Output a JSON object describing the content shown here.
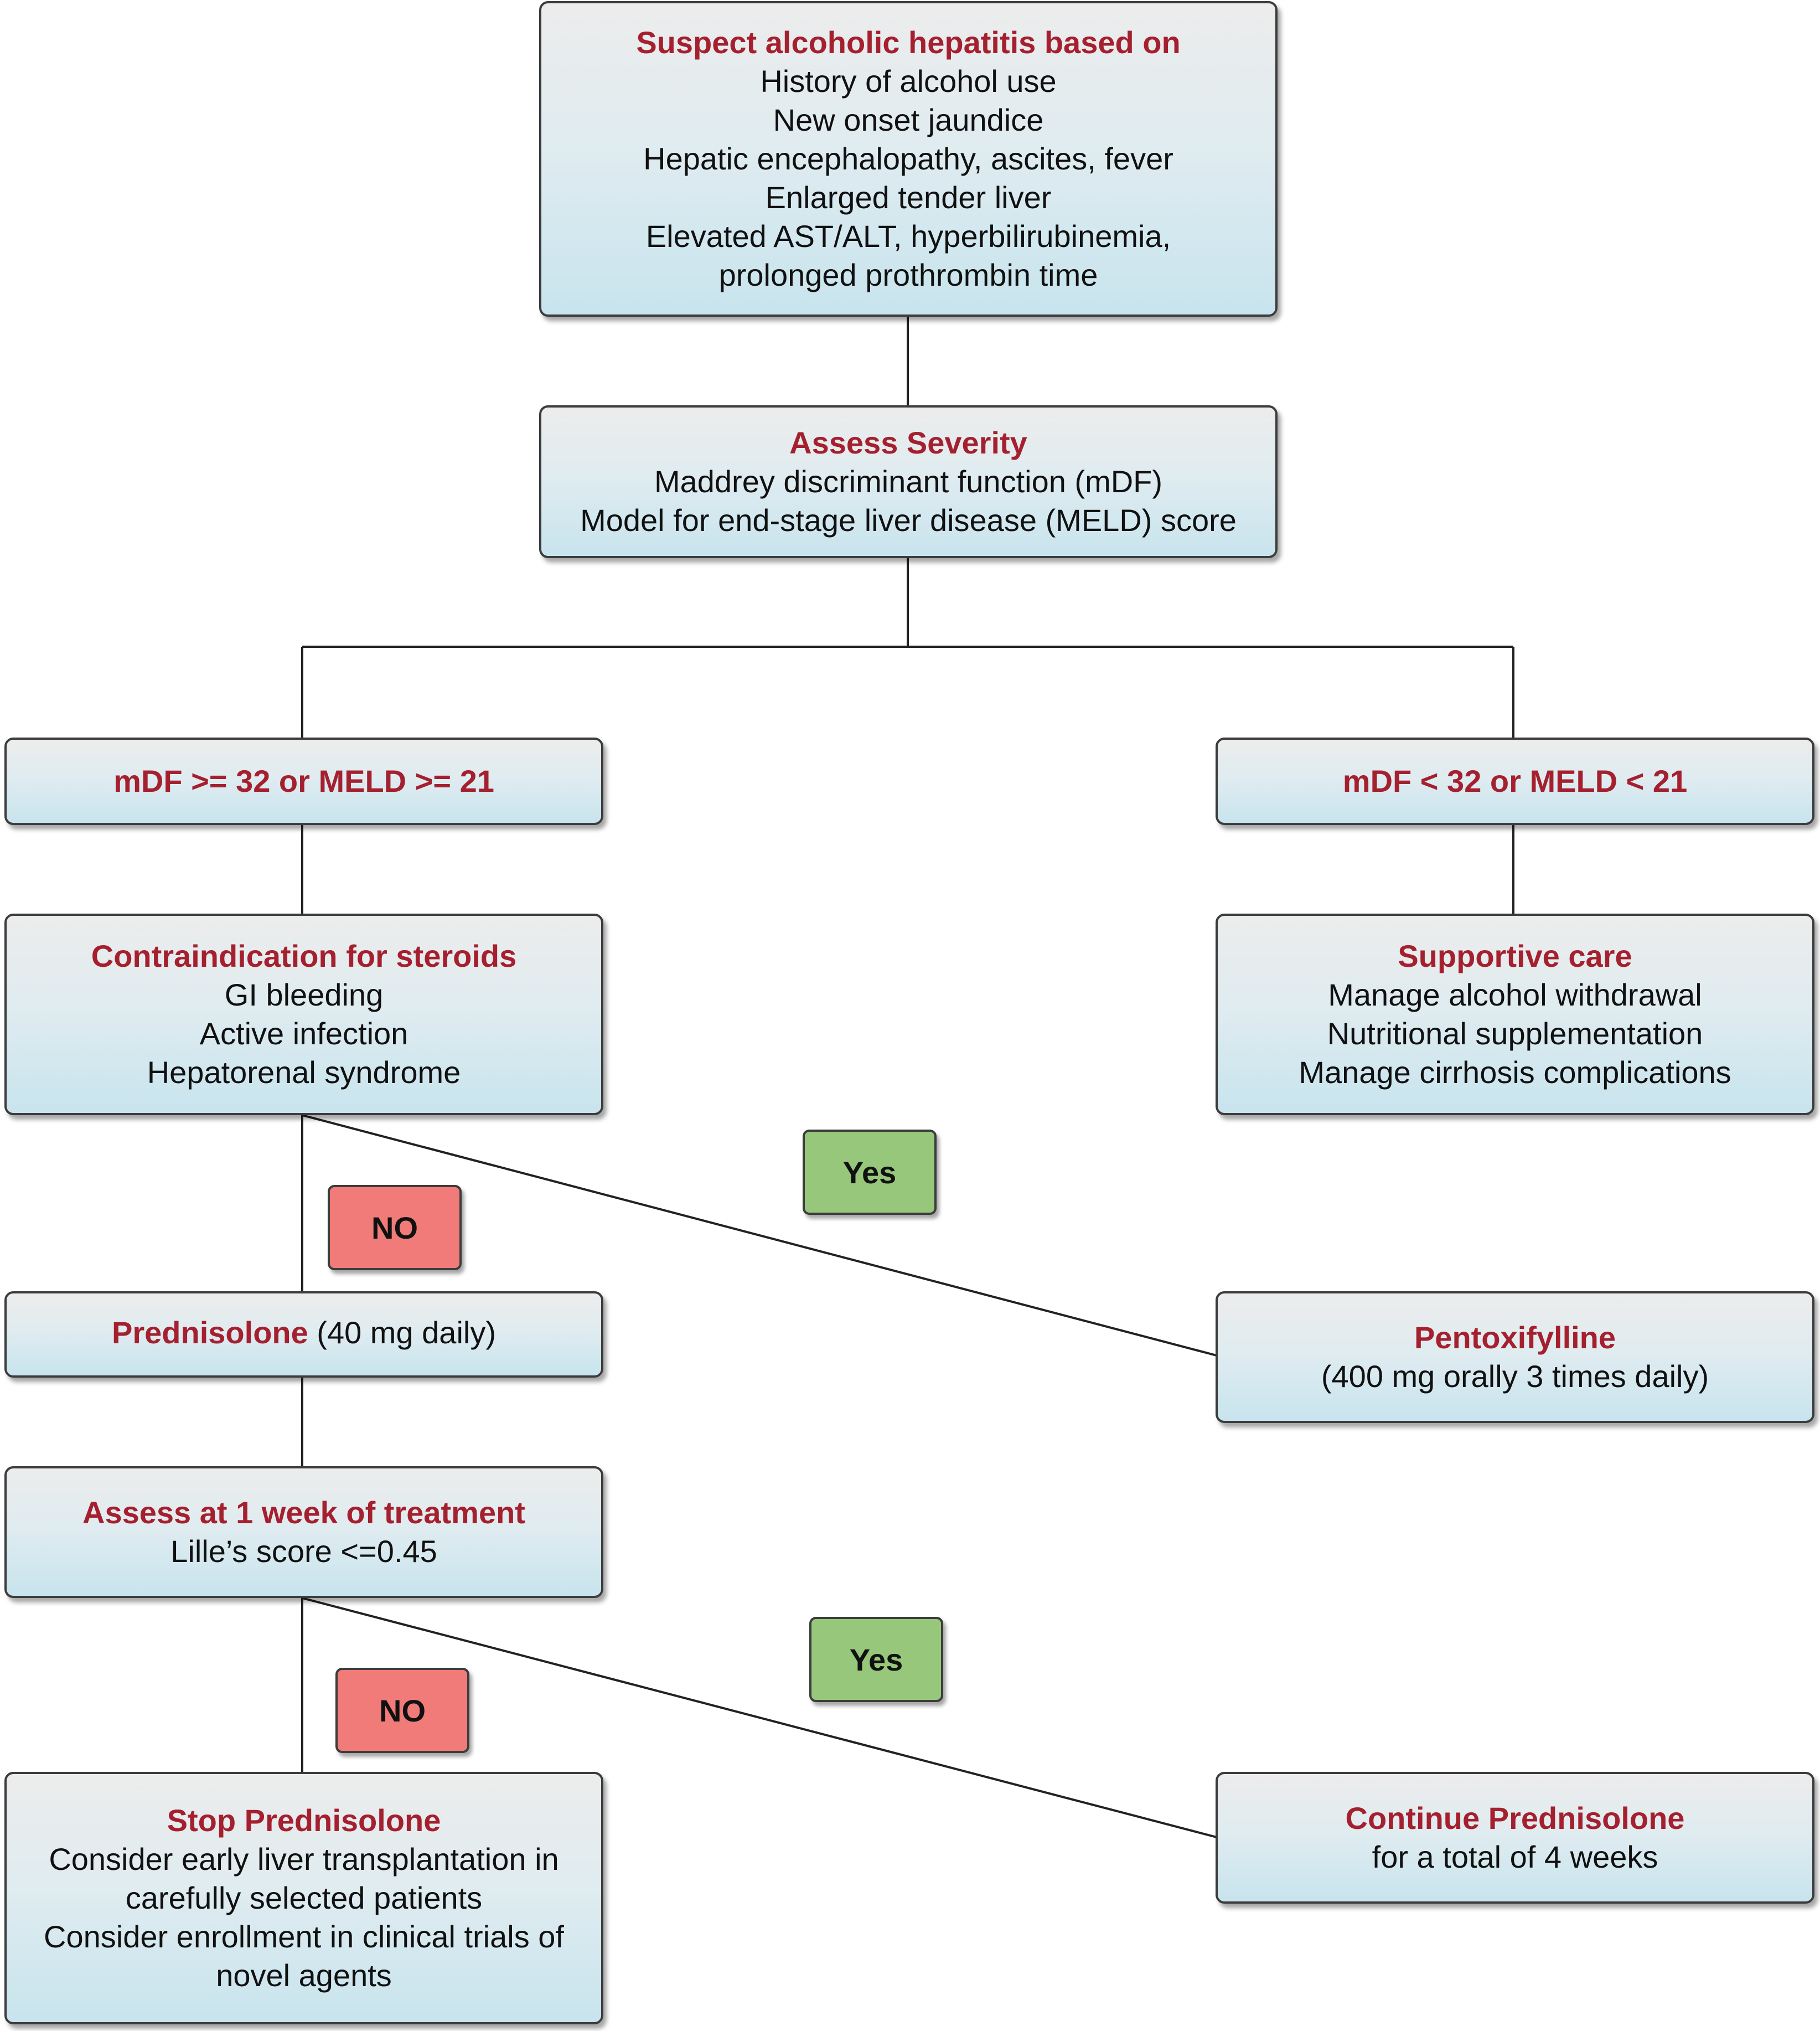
{
  "nodes": {
    "suspect": {
      "title": "Suspect alcoholic hepatitis based on",
      "lines": [
        "History of alcohol use",
        "New onset jaundice",
        "Hepatic encephalopathy, ascites, fever",
        "Enlarged tender liver",
        "Elevated AST/ALT, hyperbilirubinemia,",
        "prolonged prothrombin time"
      ]
    },
    "severity": {
      "title": "Assess Severity",
      "lines": [
        "Maddrey discriminant function (mDF)",
        "Model for end-stage liver disease (MELD) score"
      ]
    },
    "severe": {
      "title": "mDF >= 32 or MELD >= 21"
    },
    "mild": {
      "title": "mDF < 32 or MELD < 21"
    },
    "contraindication": {
      "title": "Contraindication for steroids",
      "lines": [
        "GI bleeding",
        "Active infection",
        "Hepatorenal syndrome"
      ]
    },
    "supportive": {
      "title": "Supportive care",
      "lines": [
        "Manage alcohol withdrawal",
        "Nutritional supplementation",
        "Manage cirrhosis complications"
      ]
    },
    "prednisolone": {
      "title": "Prednisolone",
      "dose": " (40 mg daily)"
    },
    "pentoxifylline": {
      "title": "Pentoxifylline",
      "lines": [
        "(400 mg orally 3 times daily)"
      ]
    },
    "assess_week": {
      "title": "Assess at 1 week of treatment",
      "lines": [
        "Lille’s score <=0.45"
      ]
    },
    "stop": {
      "title": "Stop Prednisolone",
      "lines": [
        "Consider early liver transplantation in",
        "carefully selected patients",
        "Consider enrollment in clinical trials of",
        "novel agents"
      ]
    },
    "continue": {
      "title": "Continue Prednisolone",
      "lines": [
        "for a total of 4 weeks"
      ]
    }
  },
  "labels": {
    "no_1": "NO",
    "yes_1": "Yes",
    "no_2": "NO",
    "yes_2": "Yes"
  },
  "colors": {
    "title_red": "#a5202f",
    "no_fill": "#f07b78",
    "yes_fill": "#96c77a",
    "box_gradient_bottom": "#c8e4ee"
  }
}
